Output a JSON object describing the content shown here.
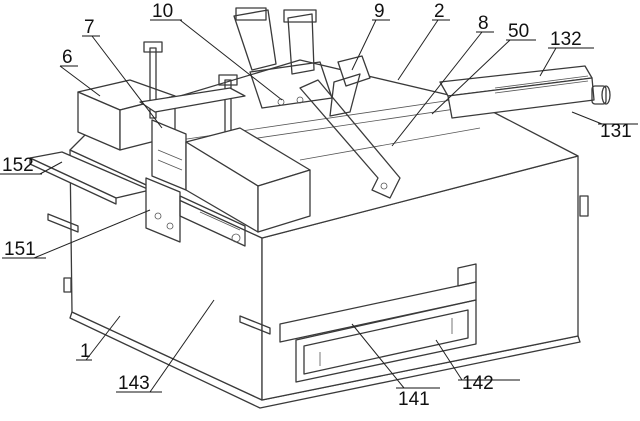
{
  "labels": {
    "l10": "10",
    "l9": "9",
    "l2": "2",
    "l8": "8",
    "l50": "50",
    "l132": "132",
    "l7": "7",
    "l6": "6",
    "l131": "131",
    "l152": "152",
    "l151": "151",
    "l1": "1",
    "l143": "143",
    "l141": "141",
    "l142": "142"
  }
}
